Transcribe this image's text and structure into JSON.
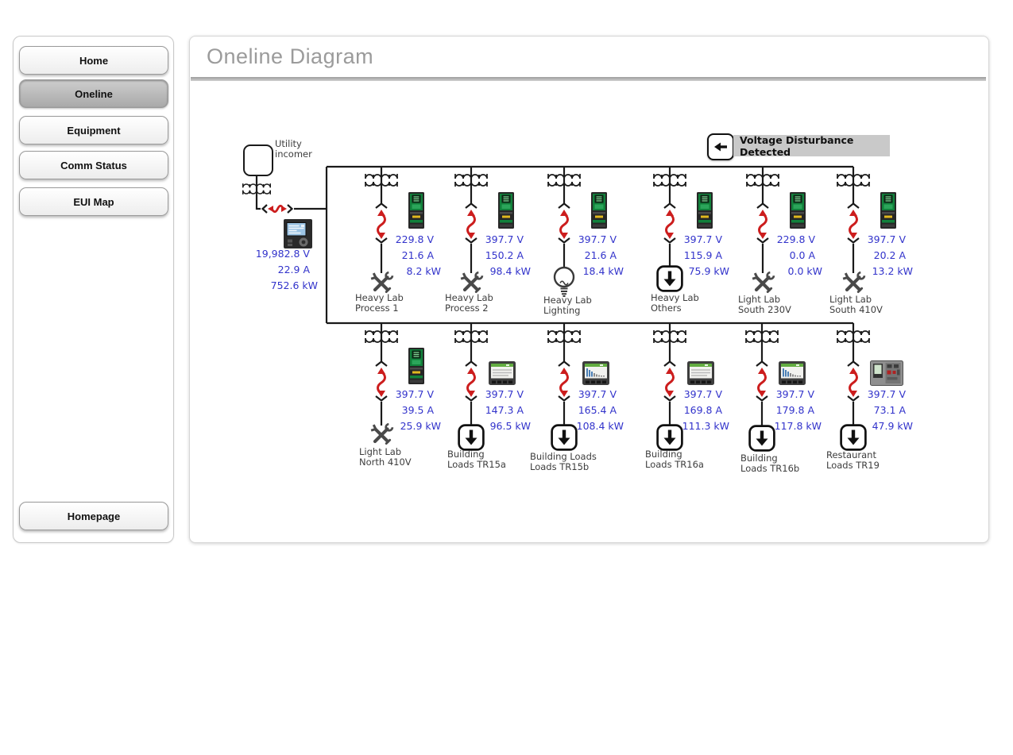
{
  "sidebar": {
    "items": [
      {
        "label": "Home"
      },
      {
        "label": "Oneline"
      },
      {
        "label": "Equipment"
      },
      {
        "label": "Comm Status"
      },
      {
        "label": "EUI Map"
      }
    ],
    "selected": "Oneline",
    "bottom_item": {
      "label": "Homepage"
    }
  },
  "header": {
    "title": "Oneline Diagram"
  },
  "alert": {
    "message": "Voltage Disturbance Detected",
    "icon": "back-arrow-icon"
  },
  "incomer": {
    "label_line1": "Utility",
    "label_line2": "incomer",
    "voltage": "19,982.8 V",
    "current": "22.9 A",
    "power": "752.6 kW",
    "meter_icon": "ion-power-meter",
    "source_icon": "utility-pylon",
    "disturbance_icon": "horizontal-disturbance-arrow"
  },
  "feeders_top": [
    {
      "name_line1": "Heavy Lab",
      "name_line2": "Process 1",
      "voltage": "229.8 V",
      "current": "21.6 A",
      "power": "8.2 kW",
      "load_icon": "tools",
      "meter_icon": "green-din-meter"
    },
    {
      "name_line1": "Heavy Lab",
      "name_line2": "Process 2",
      "voltage": "397.7 V",
      "current": "150.2 A",
      "power": "98.4 kW",
      "load_icon": "tools",
      "meter_icon": "green-din-meter"
    },
    {
      "name_line1": "Heavy Lab",
      "name_line2": "Lighting",
      "voltage": "397.7 V",
      "current": "21.6 A",
      "power": "18.4 kW",
      "load_icon": "lightbulb",
      "meter_icon": "green-din-meter"
    },
    {
      "name_line1": "Heavy Lab",
      "name_line2": "Others",
      "voltage": "397.7 V",
      "current": "115.9 A",
      "power": "75.9 kW",
      "load_icon": "down-arrow",
      "meter_icon": "green-din-meter"
    },
    {
      "name_line1": "Light Lab",
      "name_line2": "South 230V",
      "voltage": "229.8 V",
      "current": "0.0 A",
      "power": "0.0 kW",
      "load_icon": "tools",
      "meter_icon": "green-din-meter"
    },
    {
      "name_line1": "Light Lab",
      "name_line2": "South 410V",
      "voltage": "397.7 V",
      "current": "20.2 A",
      "power": "13.2 kW",
      "load_icon": "tools",
      "meter_icon": "green-din-meter"
    }
  ],
  "feeders_bottom": [
    {
      "name_line1": "Light Lab",
      "name_line2": "North 410V",
      "voltage": "397.7 V",
      "current": "39.5 A",
      "power": "25.9 kW",
      "load_icon": "tools",
      "meter_icon": "green-din-meter"
    },
    {
      "name_line1": "Building",
      "name_line2": "Loads TR15a",
      "voltage": "397.7 V",
      "current": "147.3 A",
      "power": "96.5 kW",
      "load_icon": "down-arrow",
      "meter_icon": "panel-meter-lines"
    },
    {
      "name_line1": "Building Loads",
      "name_line2": "Loads TR15b",
      "voltage": "397.7 V",
      "current": "165.4 A",
      "power": "108.4 kW",
      "load_icon": "down-arrow",
      "meter_icon": "panel-meter-bars"
    },
    {
      "name_line1": "Building",
      "name_line2": "Loads TR16a",
      "voltage": "397.7 V",
      "current": "169.8 A",
      "power": "111.3 kW",
      "load_icon": "down-arrow",
      "meter_icon": "panel-meter-lines"
    },
    {
      "name_line1": "Building",
      "name_line2": "Loads TR16b",
      "voltage": "397.7 V",
      "current": "179.8 A",
      "power": "117.8 kW",
      "load_icon": "down-arrow",
      "meter_icon": "panel-meter-bars"
    },
    {
      "name_line1": "Restaurant",
      "name_line2": "Loads TR19",
      "voltage": "397.7 V",
      "current": "73.1 A",
      "power": "47.9 kW",
      "load_icon": "down-arrow",
      "meter_icon": "relay-trip-unit"
    }
  ],
  "colors": {
    "reading_text": "#3233cb",
    "disturbance_red": "#cc1d1d",
    "wire": "#1a1a1a",
    "alert_bg": "#c9c9c9",
    "selected_button": "#b5b5b5",
    "meter_green": "#11813b",
    "title_gray": "#9b9b9b"
  }
}
